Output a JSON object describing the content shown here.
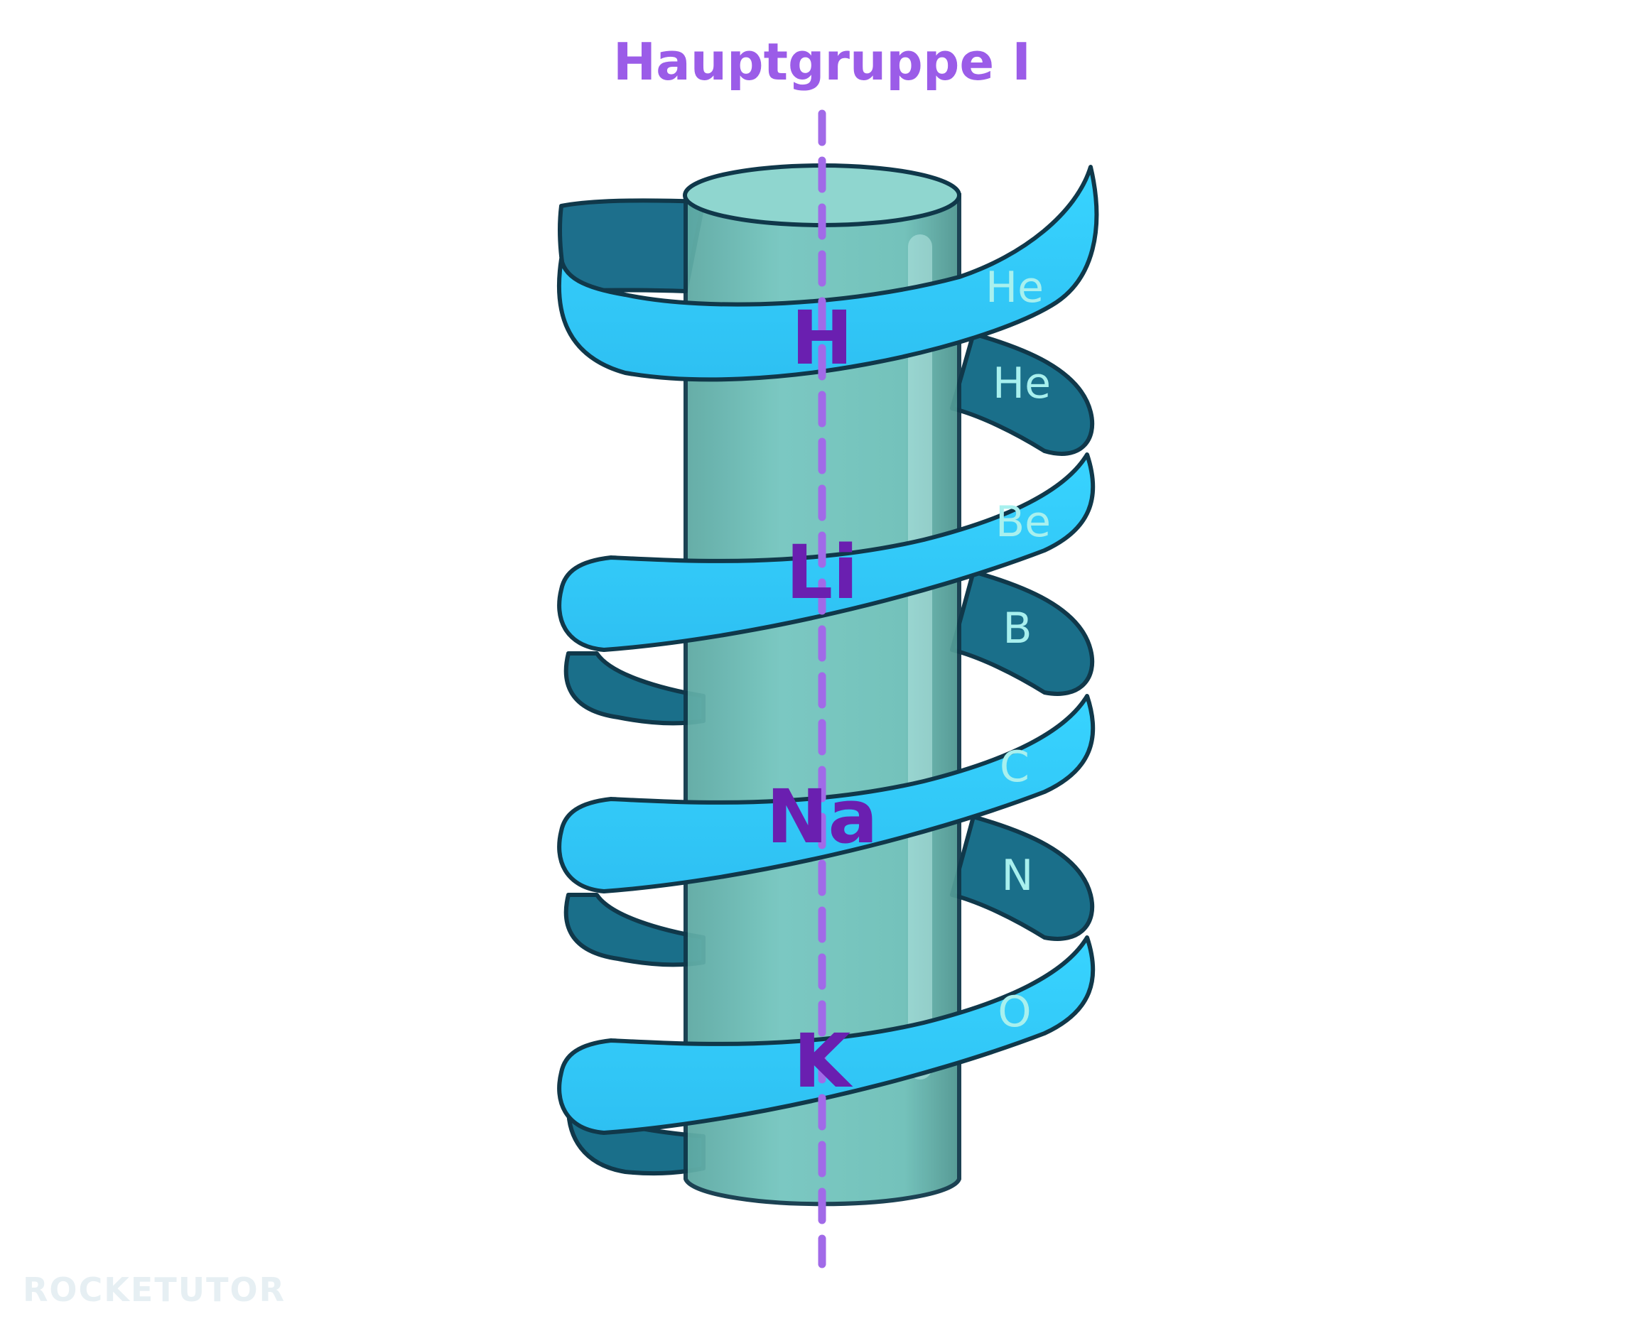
{
  "title": "Hauptgruppe I",
  "main_elements": [
    "H",
    "Li",
    "Na",
    "K"
  ],
  "side_elements": [
    "He",
    "He",
    "Be",
    "B",
    "C",
    "N",
    "O"
  ],
  "logo": {
    "text": "ROCKETUTOR"
  },
  "colors": {
    "title": "#9b5ce8",
    "main_label": "#6a1fb0",
    "side_label": "#a8f0ee",
    "ribbon_front": "#33ccfb",
    "ribbon_back": "#1a6f8a",
    "cylinder": "#6dbfb8",
    "axis": "#a16ae8",
    "outline": "#10384a"
  }
}
